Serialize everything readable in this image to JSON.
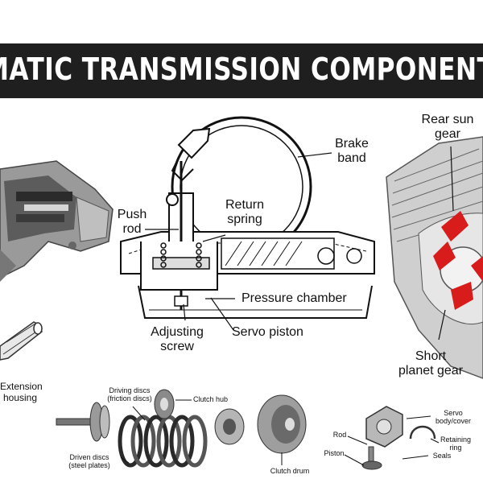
{
  "title": "MATIC TRANSMISSION COMPONENTS AND OPE",
  "center_labels": {
    "brake_band_1": "Brake",
    "brake_band_2": "band",
    "push_rod_1": "Push",
    "push_rod_2": "rod",
    "return_spring_1": "Return",
    "return_spring_2": "spring",
    "pressure_chamber": "Pressure chamber",
    "adjusting_screw_1": "Adjusting",
    "adjusting_screw_2": "screw",
    "servo_piston": "Servo piston"
  },
  "right_labels": {
    "rear_sun_gear_1": "Rear sun",
    "rear_sun_gear_2": "gear",
    "short_planet_gear_1": "Short",
    "short_planet_gear_2": "planet gear"
  },
  "left_labels": {
    "extension_housing_1": "Extension",
    "extension_housing_2": "housing"
  },
  "clutch_labels": {
    "driving_discs_1": "Driving discs",
    "driving_discs_2": "(friction discs)",
    "clutch_hub": "Clutch hub",
    "driven_discs_1": "Driven discs",
    "driven_discs_2": "(steel plates)",
    "clutch_drum": "Clutch drum"
  },
  "servo_labels": {
    "servo_cover_1": "Servo",
    "servo_cover_2": "body/cover",
    "rod": "Rod",
    "retaining_ring_1": "Retaining",
    "retaining_ring_2": "ring",
    "piston": "Piston",
    "seals": "Seals"
  },
  "colors": {
    "banner": "#1f1f1f",
    "accent_red": "#d81b1b",
    "line": "#111111"
  }
}
